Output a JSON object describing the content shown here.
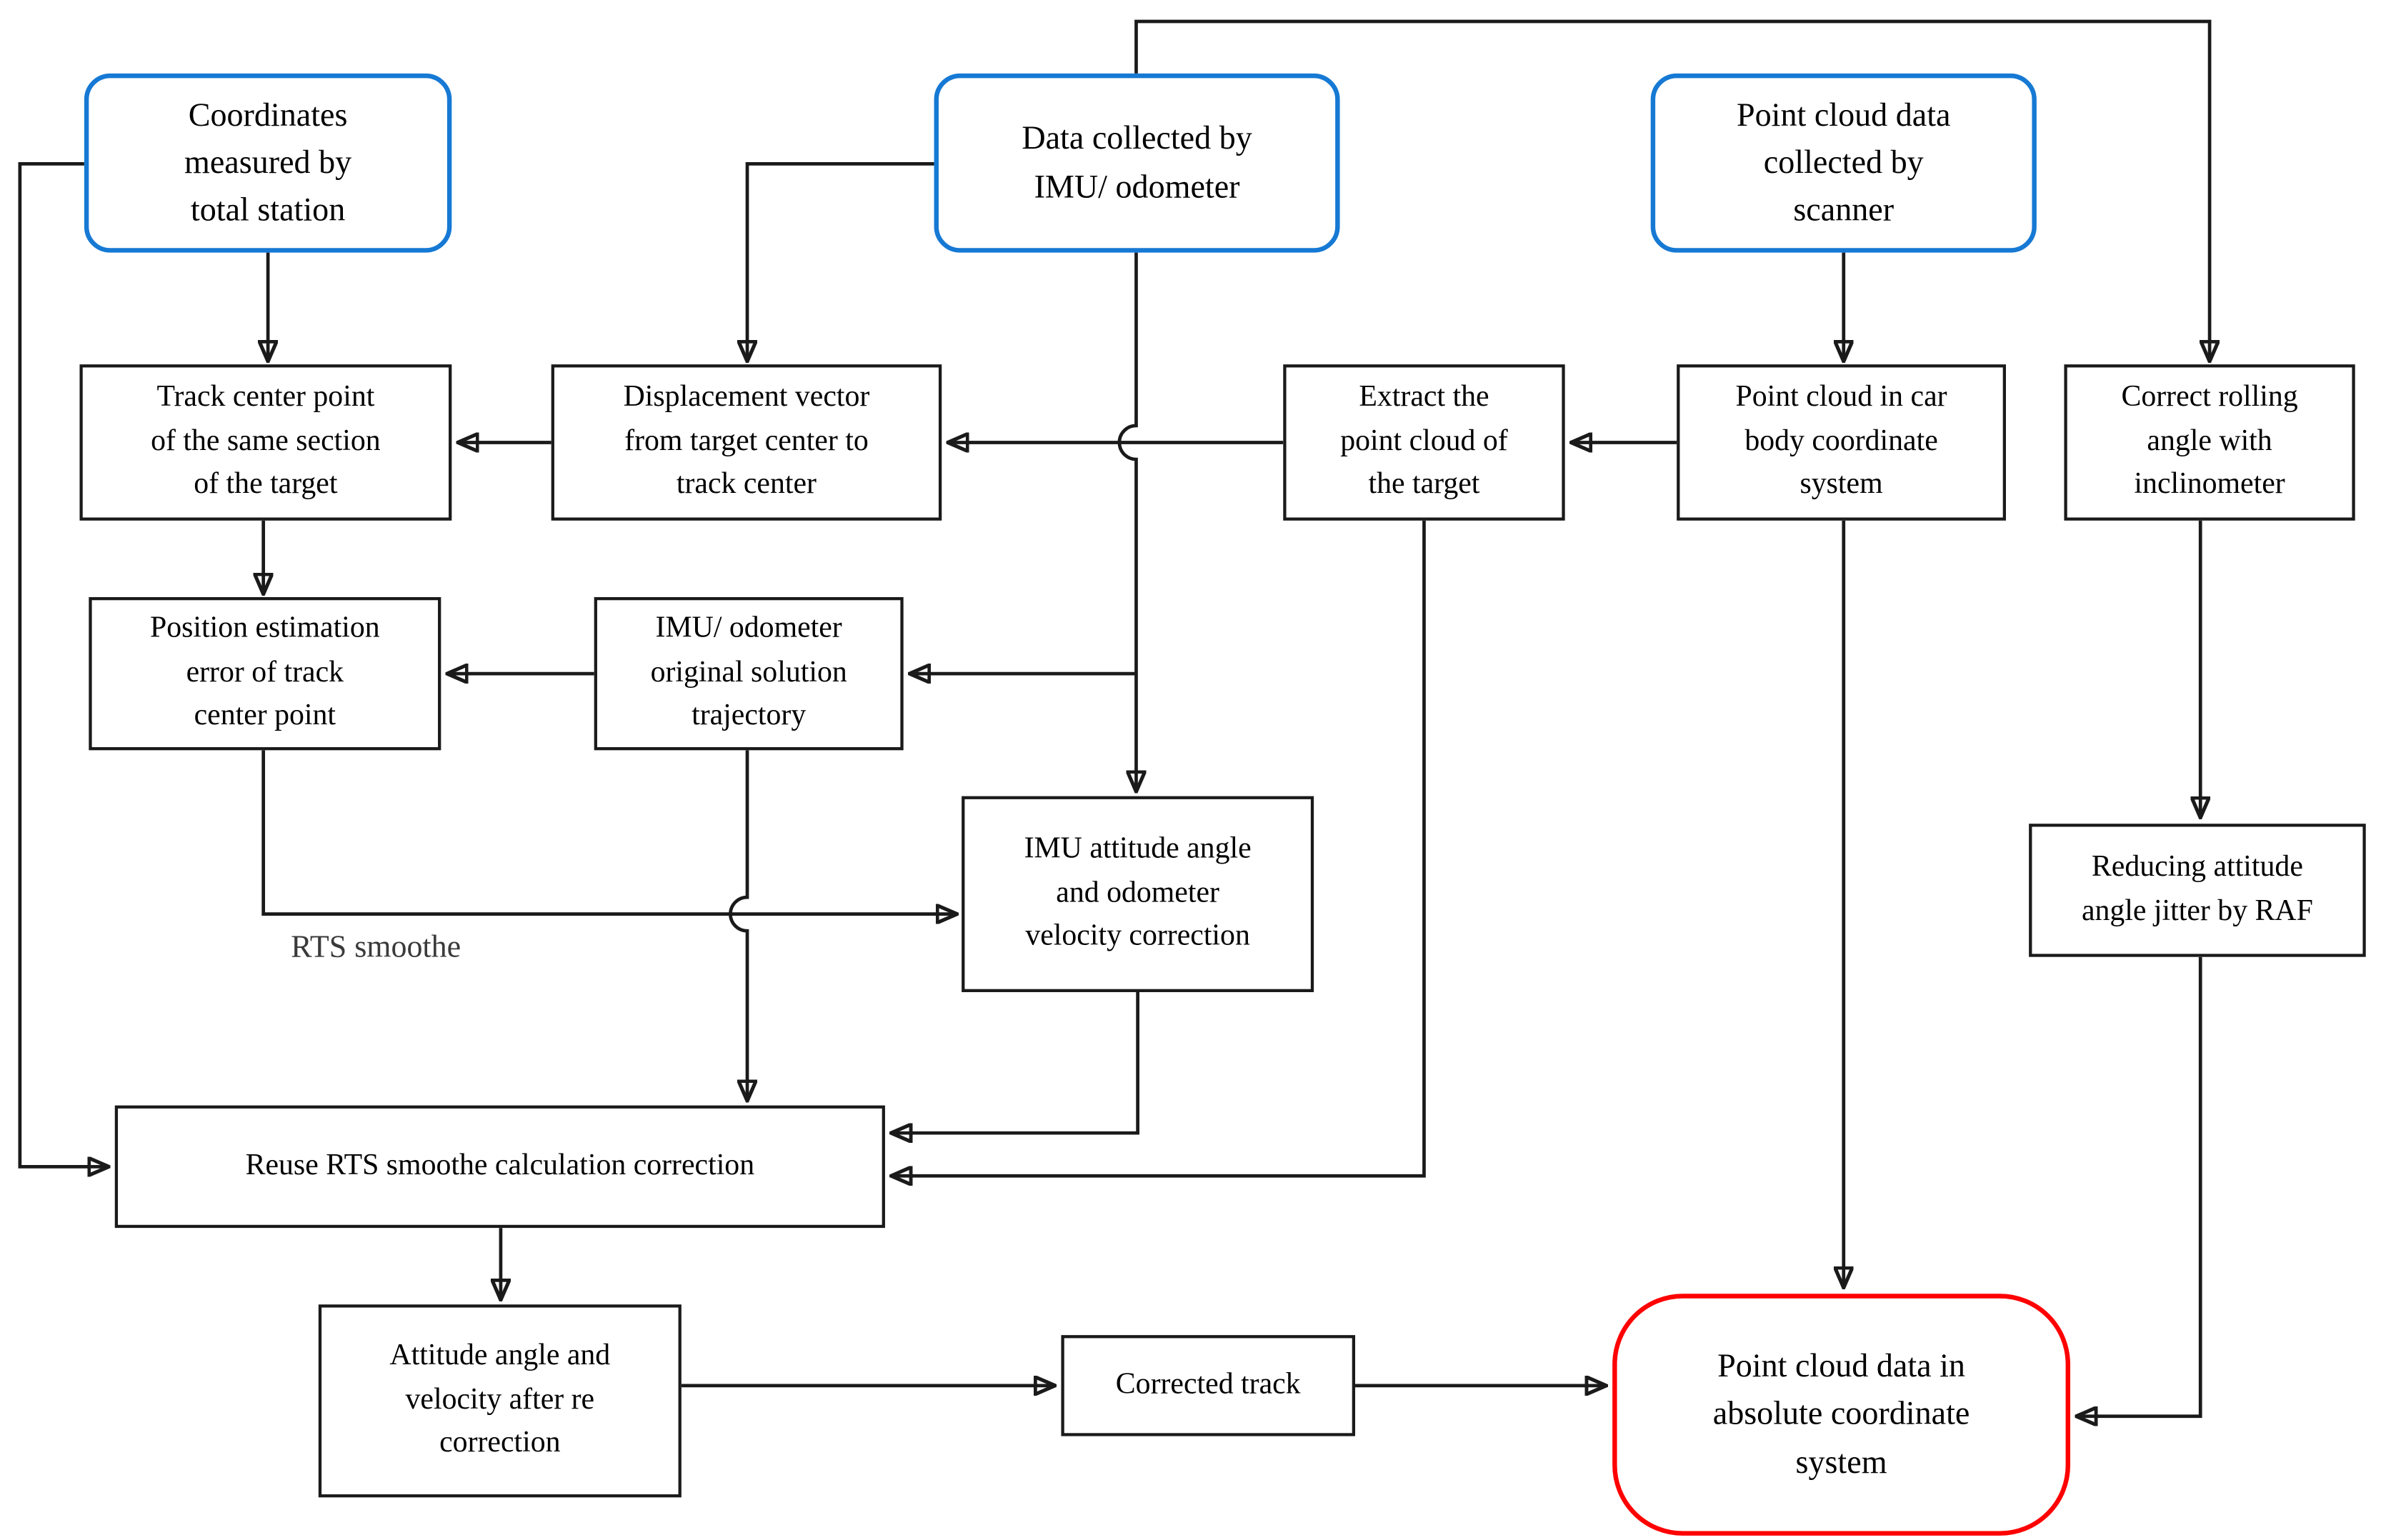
{
  "diagram": {
    "type": "flowchart",
    "background": "#ffffff",
    "colors": {
      "background": "#ffffff",
      "source_node_border": "#1679d4",
      "result_node_border": "#fe0000",
      "process_node_border": "#1a1a1a",
      "connector": "#1a1a1a",
      "text": "#000000",
      "edge_label_text": "#3a3a3a"
    },
    "nodes": {
      "total_station": {
        "label": "Coordinates\nmeasured by\ntotal station",
        "shape": "rounded",
        "accent": "blue"
      },
      "imu_odometer": {
        "label": "Data collected by\nIMU/ odometer",
        "shape": "rounded",
        "accent": "blue"
      },
      "scanner": {
        "label": "Point cloud data\ncollected by\nscanner",
        "shape": "rounded",
        "accent": "blue"
      },
      "track_center": {
        "label": "Track center point\nof the same section\nof the target",
        "shape": "rect"
      },
      "displacement": {
        "label": "Displacement vector\nfrom target center to\ntrack center",
        "shape": "rect"
      },
      "extract_target": {
        "label": "Extract the\npoint cloud of\nthe target",
        "shape": "rect"
      },
      "car_body": {
        "label": "Point cloud in car\nbody coordinate\nsystem",
        "shape": "rect"
      },
      "correct_rolling": {
        "label": "Correct rolling\nangle with\ninclinometer",
        "shape": "rect"
      },
      "position_error": {
        "label": "Position estimation\nerror of track\ncenter point",
        "shape": "rect"
      },
      "imu_trajectory": {
        "label": "IMU/ odometer\noriginal solution\ntrajectory",
        "shape": "rect"
      },
      "imu_attitude": {
        "label": "IMU attitude angle\nand odometer\nvelocity correction",
        "shape": "rect"
      },
      "raf": {
        "label": "Reducing attitude\nangle jitter by RAF",
        "shape": "rect"
      },
      "reuse_rts": {
        "label": "Reuse RTS smoothe calculation correction",
        "shape": "rect"
      },
      "attitude_recorrection": {
        "label": "Attitude angle and\nvelocity after re\ncorrection",
        "shape": "rect"
      },
      "corrected_track": {
        "label": "Corrected track",
        "shape": "rect"
      },
      "absolute_point_cloud": {
        "label": "Point cloud data in\nabsolute coordinate\nsystem",
        "shape": "rounded",
        "accent": "red"
      }
    },
    "edge_label": "RTS smoothe",
    "edges": [
      {
        "from": "total_station",
        "to": "track_center"
      },
      {
        "from": "total_station",
        "to": "reuse_rts"
      },
      {
        "from": "imu_odometer",
        "to": "displacement"
      },
      {
        "from": "imu_odometer",
        "to": "correct_rolling"
      },
      {
        "from": "imu_odometer",
        "to": "imu_trajectory"
      },
      {
        "from": "imu_odometer",
        "to": "imu_attitude"
      },
      {
        "from": "scanner",
        "to": "car_body"
      },
      {
        "from": "track_center",
        "to": "position_error"
      },
      {
        "from": "displacement",
        "to": "track_center"
      },
      {
        "from": "extract_target",
        "to": "displacement"
      },
      {
        "from": "extract_target",
        "to": "reuse_rts"
      },
      {
        "from": "car_body",
        "to": "extract_target"
      },
      {
        "from": "car_body",
        "to": "absolute_point_cloud"
      },
      {
        "from": "correct_rolling",
        "to": "raf"
      },
      {
        "from": "position_error",
        "to": "imu_attitude",
        "label": "RTS smoothe"
      },
      {
        "from": "imu_trajectory",
        "to": "position_error"
      },
      {
        "from": "imu_trajectory",
        "to": "reuse_rts"
      },
      {
        "from": "imu_attitude",
        "to": "reuse_rts"
      },
      {
        "from": "raf",
        "to": "absolute_point_cloud"
      },
      {
        "from": "reuse_rts",
        "to": "attitude_recorrection"
      },
      {
        "from": "attitude_recorrection",
        "to": "corrected_track"
      },
      {
        "from": "corrected_track",
        "to": "absolute_point_cloud"
      }
    ]
  }
}
